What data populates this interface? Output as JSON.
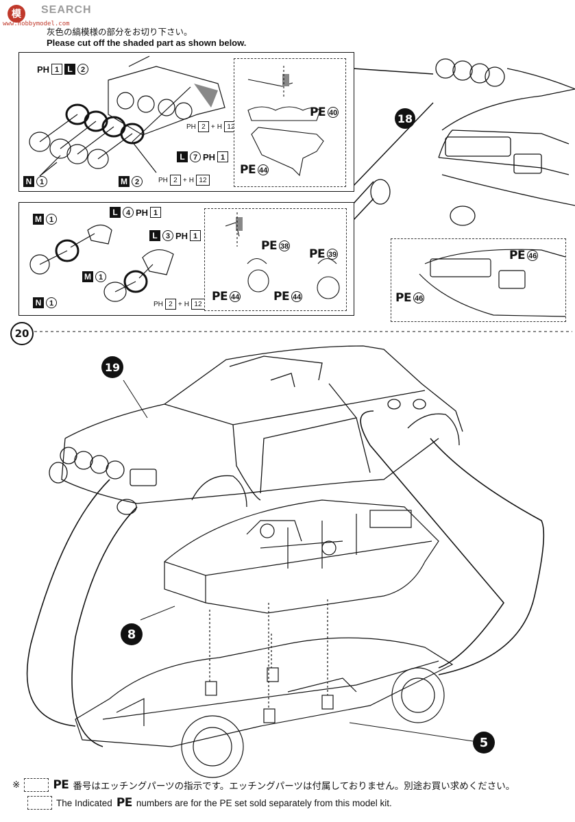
{
  "watermark": {
    "logo_text": "模",
    "brand": "SEARCH",
    "url": "www.hobbymodel.com"
  },
  "instructions": {
    "jp": "灰色の縞模様の部分をお切り下さい。",
    "en": "Please cut off the shaded part as shown below."
  },
  "steps": {
    "s18": "18",
    "s19": "19",
    "s20": "20",
    "s8": "8",
    "s5": "5"
  },
  "box1": {
    "label_l2": {
      "prefix": "PH",
      "box_num": "1",
      "part": "L",
      "num": "2"
    },
    "label_l7": {
      "part": "L",
      "num": "7",
      "suffix": "PH",
      "suffix_num": "1"
    },
    "label_n1": {
      "part": "N",
      "num": "1"
    },
    "label_m2": {
      "part": "M",
      "num": "2"
    },
    "label_ph12a": {
      "a": "PH",
      "a_num": "2",
      "plus": "+",
      "b": "H",
      "b_num": "12"
    },
    "label_ph12b": {
      "a": "PH",
      "a_num": "2",
      "plus": "+",
      "b": "H",
      "b_num": "12"
    },
    "pe40": {
      "pe": "PE",
      "num": "40"
    },
    "pe44": {
      "pe": "PE",
      "num": "44"
    }
  },
  "box2": {
    "label_m1a": {
      "part": "M",
      "num": "1"
    },
    "label_l4": {
      "part": "L",
      "num": "4",
      "suffix": "PH",
      "suffix_num": "1"
    },
    "label_l3": {
      "part": "L",
      "num": "3",
      "suffix": "PH",
      "suffix_num": "1"
    },
    "label_m1b": {
      "part": "M",
      "num": "1"
    },
    "label_n1": {
      "part": "N",
      "num": "1"
    },
    "label_ph12": {
      "a": "PH",
      "a_num": "2",
      "plus": "+",
      "b": "H",
      "b_num": "12"
    },
    "pe38": {
      "pe": "PE",
      "num": "38"
    },
    "pe39": {
      "pe": "PE",
      "num": "39"
    },
    "pe44a": {
      "pe": "PE",
      "num": "44"
    },
    "pe44b": {
      "pe": "PE",
      "num": "44"
    }
  },
  "box3": {
    "pe46a": {
      "pe": "PE",
      "num": "46"
    },
    "pe46b": {
      "pe": "PE",
      "num": "46"
    }
  },
  "footer": {
    "mark": "※",
    "pe": "PE",
    "jp": "番号はエッチングパーツの指示です。エッチングパーツは付属しておりません。別途お買い求めください。",
    "en_pre": "The Indicated",
    "en_post": "numbers are for the PE set sold separately from this model kit."
  }
}
